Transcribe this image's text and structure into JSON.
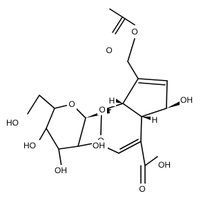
{
  "structure": {
    "labels": {
      "carbonyl_o": "O",
      "ester_o": "O",
      "oh_c5": "OH",
      "h_c9": "H",
      "h_c5": "H",
      "glycosidic_o": "O",
      "ring_o": "O",
      "acid_oh": "OH",
      "acid_o": "O",
      "sugar_ring_o": "O",
      "ho_ch2": "HO",
      "ho_c4": "HO",
      "oh_c3": "OH",
      "oh_c2": "OH"
    },
    "colors": {
      "bond": "#000000",
      "text": "#000000",
      "background": "#ffffff"
    }
  }
}
